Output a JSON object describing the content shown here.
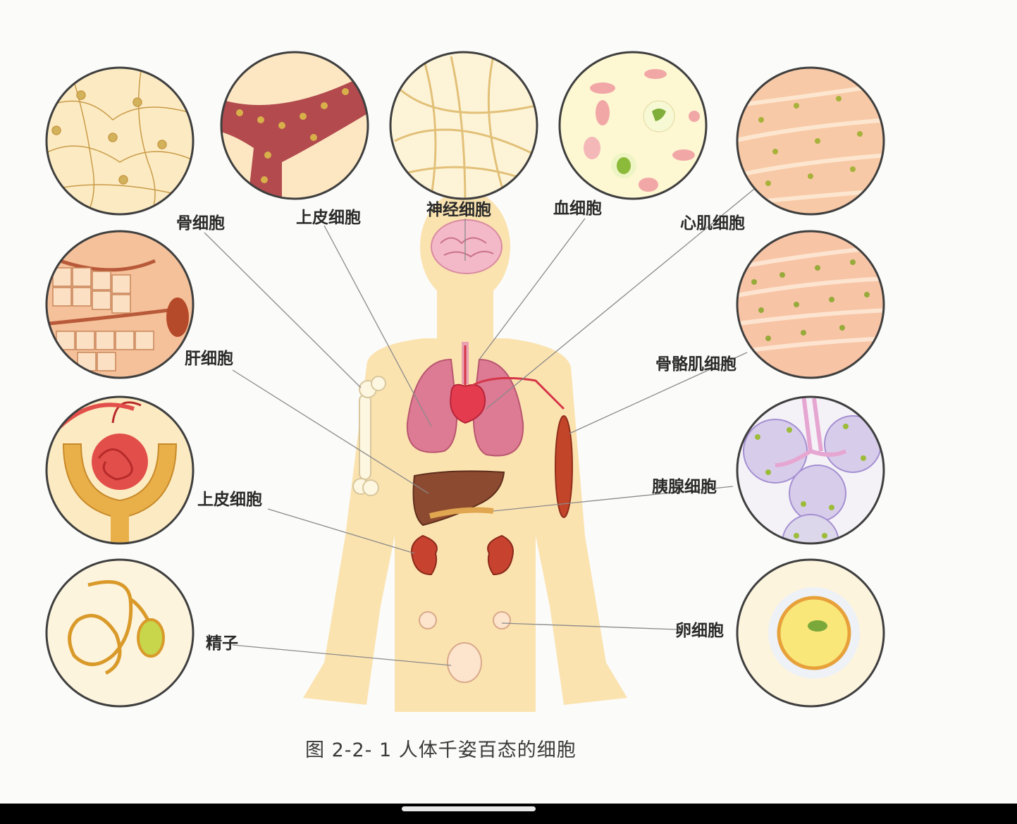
{
  "labels": {
    "bone": "骨细胞",
    "epithelial_top": "上皮细胞",
    "nerve": "神经细胞",
    "blood": "血细胞",
    "cardiac": "心肌细胞",
    "liver": "肝细胞",
    "skeletal": "骨骼肌细胞",
    "epithelial_kidney": "上皮细胞",
    "pancreas": "胰腺细胞",
    "sperm": "精子",
    "egg": "卵细胞"
  },
  "caption": "图 2-2- 1  人体千姿百态的细胞",
  "colors": {
    "body_silhouette": "#fbe3b0",
    "lung": "#dd7a94",
    "heart": "#e53b4f",
    "liver": "#8c4a30",
    "kidney": "#c8432f",
    "circle_fill": "#fdf1d6",
    "label_text": "#2a2a2a"
  }
}
